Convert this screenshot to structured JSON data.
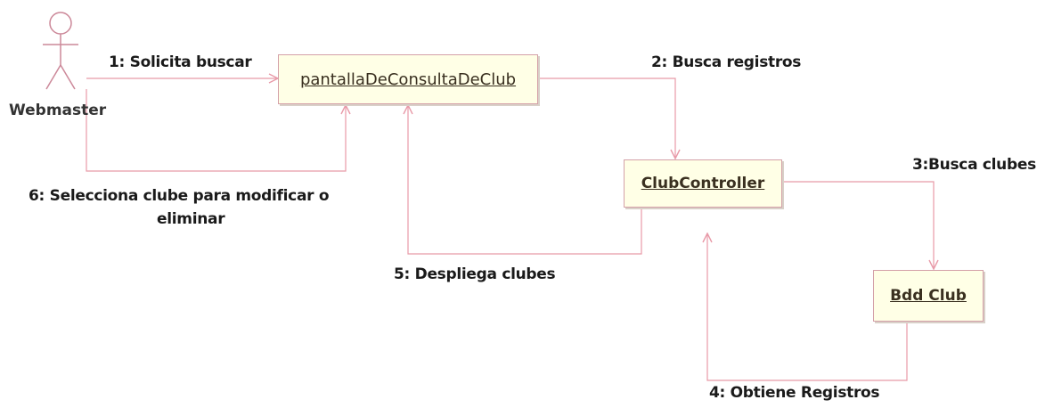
{
  "actor": {
    "name": "Webmaster"
  },
  "objects": {
    "pantalla": "pantallaDeConsultaDeClub",
    "controller": "ClubController",
    "bdd": "Bdd Club"
  },
  "messages": {
    "m1": "1: Solicita buscar",
    "m2": "2: Busca registros",
    "m3": "3:Busca clubes",
    "m4": "4: Obtiene Registros",
    "m5": "5: Despliega clubes",
    "m6_line1": "6: Selecciona clube para modificar o",
    "m6_line2": "eliminar"
  },
  "colors": {
    "link": "#e89aa8",
    "box_fill": "#ffffe6",
    "box_border": "#d4a0a8"
  }
}
